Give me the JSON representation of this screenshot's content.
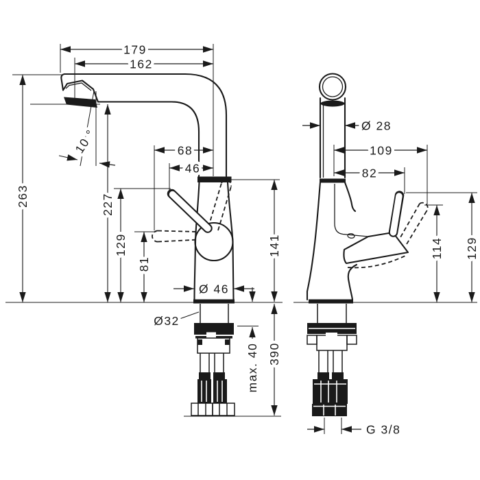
{
  "colors": {
    "line": "#1a1a1a",
    "background": "#ffffff"
  },
  "views": {
    "front": {
      "spout_reach": "179",
      "aerator_reach": "162",
      "total_height": "263",
      "spout_height": "227",
      "aerator_angle": "10 °",
      "handle_travel_width": "68",
      "handle_width": "46",
      "handle_height": "129",
      "handle_low_height": "81",
      "body_height": "141",
      "base_diameter": "Ø 46",
      "shank_diameter": "Ø32",
      "max_counter_thickness": "max. 40",
      "hose_length": "390"
    },
    "side": {
      "spout_tube_diameter": "Ø 28",
      "handle_travel_depth": "109",
      "handle_depth": "82",
      "handle_mid_height": "114",
      "handle_height": "129",
      "connection_thread": "G 3/8"
    }
  }
}
